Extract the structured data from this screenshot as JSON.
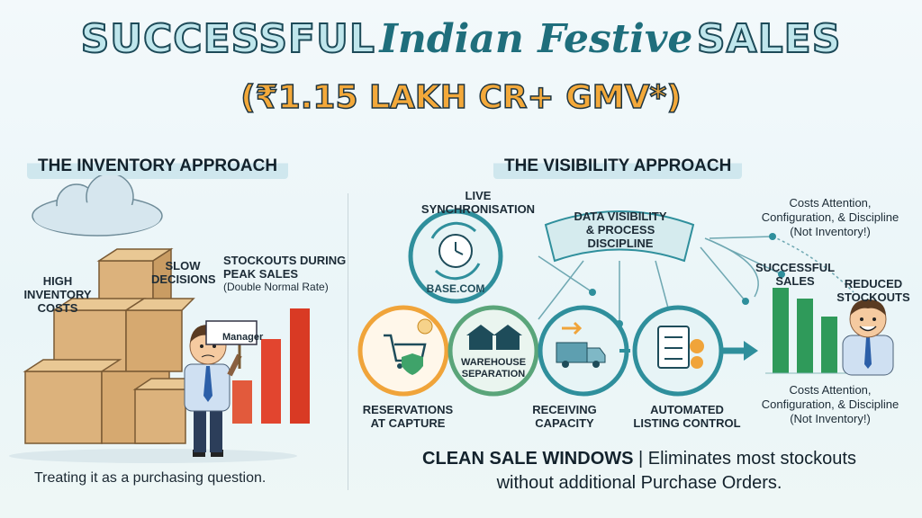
{
  "title": {
    "part1": "SUCCESSFUL",
    "part2": "Indian Festive",
    "part3": "SALES"
  },
  "subtitle": "(₹1.15 LAKH CR+ GMV*)",
  "left": {
    "heading": "THE INVENTORY APPROACH",
    "high_inventory_costs": [
      "HIGH",
      "INVENTORY",
      "COSTS"
    ],
    "slow_decisions": [
      "SLOW",
      "DECISIONS"
    ],
    "stockouts": [
      "STOCKOUTS DURING",
      "PEAK SALES"
    ],
    "stockouts_note": "(Double Normal Rate)",
    "sign": "Manager",
    "caption": "Treating it as a purchasing question."
  },
  "right": {
    "heading": "THE VISIBILITY APPROACH",
    "live_sync": [
      "LIVE",
      "SYNCHRONISATION"
    ],
    "brand": "BASE.COM",
    "data_visibility": [
      "DATA VISIBILITY",
      "& PROCESS",
      "DISCIPLINE"
    ],
    "costs_top": [
      "Costs Attention,",
      "Configuration, & Discipline",
      "(Not Inventory!)"
    ],
    "successful_sales": [
      "SUCCESSFUL",
      "SALES"
    ],
    "reduced_stockouts": [
      "REDUCED",
      "STOCKOUTS"
    ],
    "warehouse": [
      "WAREHOUSE",
      "SEPARATION"
    ],
    "reservations": [
      "RESERVATIONS",
      "AT CAPTURE"
    ],
    "receiving": [
      "RECEIVING",
      "CAPACITY"
    ],
    "automated": [
      "AUTOMATED",
      "LISTING CONTROL"
    ],
    "costs_bottom": [
      "Costs Attention,",
      "Configuration, & Discipline",
      "(Not Inventory!)"
    ],
    "bottom_bold": "CLEAN SALE WINDOWS",
    "bottom_rest": " | Eliminates most stockouts",
    "bottom_line2": "without additional Purchase Orders."
  },
  "colors": {
    "teal": "#2f8f9c",
    "orange": "#f0a43a",
    "red": "#e2452f",
    "green": "#2f9a5a",
    "box": "#dcb27c"
  }
}
